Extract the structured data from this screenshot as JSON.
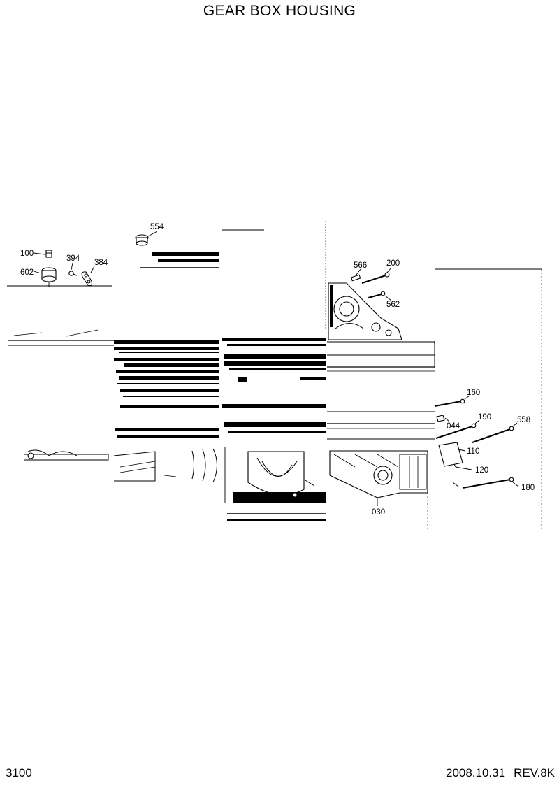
{
  "header": {
    "title": "GEAR BOX HOUSING"
  },
  "footer": {
    "sheet": "3100",
    "date": "2008.10.31",
    "revision": "REV.8K"
  },
  "callouts": [
    "554",
    "100",
    "394",
    "384",
    "602",
    "566",
    "200",
    "562",
    "160",
    "044",
    "190",
    "558",
    "110",
    "120",
    "180",
    "030"
  ]
}
